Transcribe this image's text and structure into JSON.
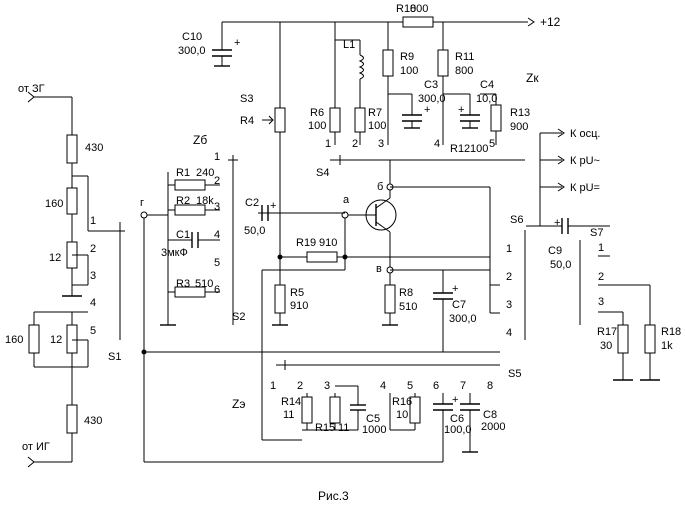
{
  "figure": {
    "caption": "Рис.3"
  },
  "supply": {
    "label": "+12"
  },
  "inputs": {
    "top": "от ЗГ",
    "bottom": "от ИГ"
  },
  "impedances": {
    "zb": "Zб",
    "zk": "Zк",
    "ze": "Zэ"
  },
  "outputs": {
    "osc": "К осц.",
    "pu1": "К pU~",
    "pu2": "К pU="
  },
  "switches": {
    "s1": "S1",
    "s2": "S2",
    "s3": "S3",
    "s4": "S4",
    "s5": "S5",
    "s6": "S6",
    "s7": "S7"
  },
  "nodes": {
    "a": "а",
    "b": "б",
    "v": "в",
    "g": "г"
  },
  "components": {
    "c10": {
      "name": "C10",
      "value": "300,0"
    },
    "r10": {
      "name": "R10",
      "value": "800"
    },
    "l1": {
      "name": "L1"
    },
    "r9": {
      "name": "R9",
      "value": "100"
    },
    "r11": {
      "name": "R11",
      "value": "800"
    },
    "c3": {
      "name": "C3",
      "value": "300,0"
    },
    "c4": {
      "name": "C4",
      "value": "10,0"
    },
    "r13": {
      "name": "R13",
      "value": "900"
    },
    "r4": {
      "name": "R4"
    },
    "r6": {
      "name": "R6",
      "value": "100"
    },
    "r7": {
      "name": "R7",
      "value": "100"
    },
    "r12": {
      "name": "R12",
      "value": "100"
    },
    "r1": {
      "name": "R1",
      "value": "240"
    },
    "r2": {
      "name": "R2",
      "value": "18k"
    },
    "c1": {
      "name": "C1",
      "value": "3мкФ"
    },
    "r3": {
      "name": "R3",
      "value": "510"
    },
    "c2": {
      "name": "C2",
      "value": "50,0"
    },
    "r19": {
      "name": "R19",
      "value": "910"
    },
    "r5": {
      "name": "R5",
      "value": "910"
    },
    "r8": {
      "name": "R8",
      "value": "510"
    },
    "c7": {
      "name": "C7",
      "value": "300,0"
    },
    "c9": {
      "name": "C9",
      "value": "50,0"
    },
    "r17": {
      "name": "R17",
      "value": "30"
    },
    "r18": {
      "name": "R18",
      "value": "1k"
    },
    "r14": {
      "name": "R14",
      "value": "11"
    },
    "r15": {
      "name": "R15",
      "value": "11"
    },
    "c5": {
      "name": "C5",
      "value": "1000"
    },
    "r16": {
      "name": "R16",
      "value": "10"
    },
    "c6": {
      "name": "C6",
      "value": "100,0"
    },
    "c8": {
      "name": "C8",
      "value": "2000"
    }
  },
  "attenuator_values": {
    "top_series": "430",
    "top_shunt": "160",
    "mid_shunt": "12",
    "bot_shunt_a": "160",
    "bot_shunt_b": "12",
    "bot_series": "430"
  },
  "pins": {
    "p1": "1",
    "p2": "2",
    "p3": "3",
    "p4": "4",
    "p5": "5",
    "p6": "6",
    "p7": "7",
    "p8": "8"
  }
}
